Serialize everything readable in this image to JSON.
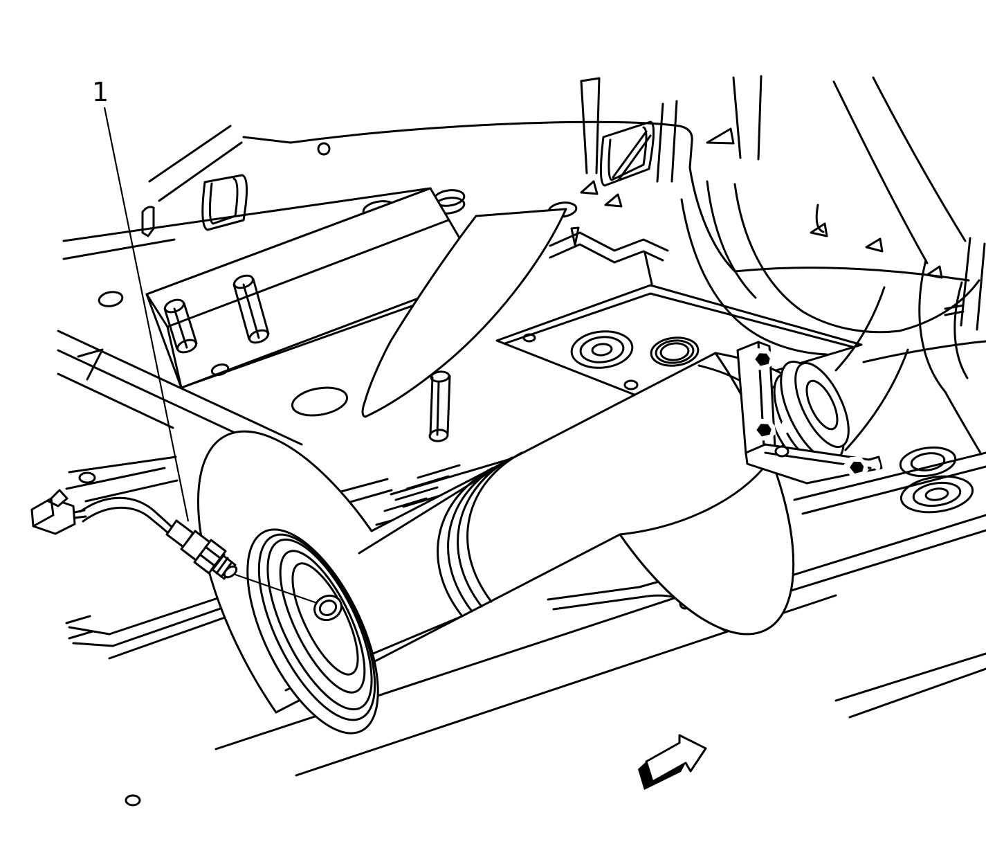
{
  "figure": {
    "type": "technical-line-illustration",
    "subject": "vehicle underbody with catalytic converter and heated oxygen sensor",
    "background_color": "#ffffff",
    "line_color": "#000000",
    "callout": {
      "label": "1"
    },
    "icons": [
      {
        "name": "direction-arrow-icon"
      }
    ]
  }
}
